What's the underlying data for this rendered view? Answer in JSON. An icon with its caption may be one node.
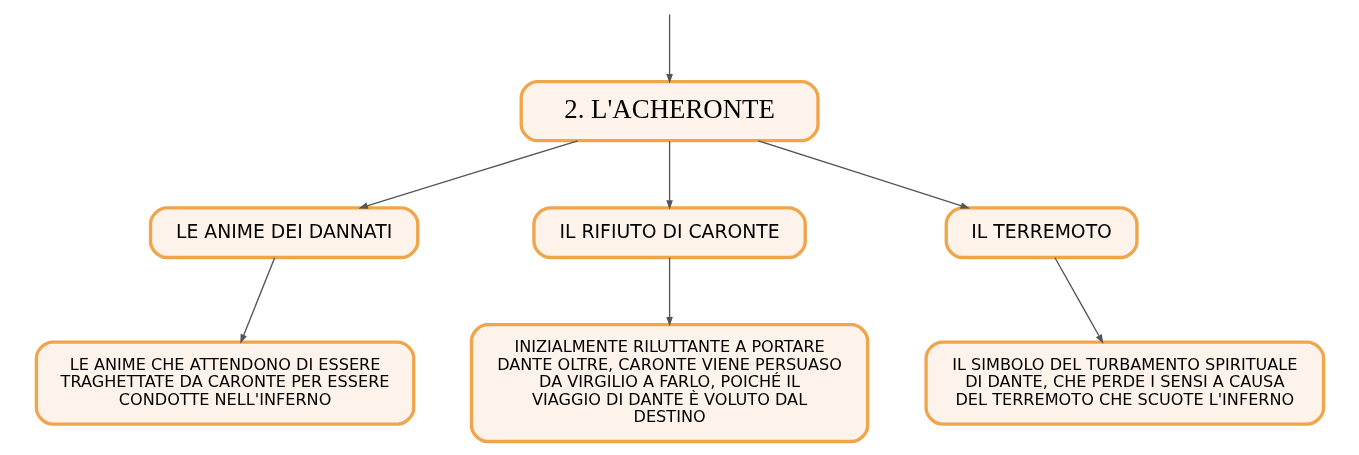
{
  "diagram": {
    "nodes": [
      {
        "text": [
          "2. L'ACHERONTE"
        ]
      },
      {
        "text": [
          "LE ANIME DEI DANNATI"
        ]
      },
      {
        "text": [
          "IL RIFIUTO DI CARONTE"
        ]
      },
      {
        "text": [
          "IL TERREMOTO"
        ]
      },
      {
        "text": [
          "LE ANIME CHE ATTENDONO DI ESSERE TRAGHETTATE DA CARONTE PER ESSERE CONDOTTE NELL'INFERNO"
        ]
      },
      {
        "text": [
          "INIZIALMENTE RILUTTANTE A PORTARE DANTE OLTRE, CARONTE VIENE PERSUASO DA VIRGILIO A FARLO, POICHÉ IL VIAGGIO DI DANTE È VOLUTO DAL DESTINO"
        ]
      },
      {
        "text": [
          "IL SIMBOLO DEL TURBAMENTO SPIRITUALE DI DANTE, CHE PERDE I SENSI A CAUSA DEL TERREMOTO CHE SCUOTE L'INFERNO"
        ]
      }
    ],
    "edges": [
      {
        "from": null,
        "to": 0,
        "arrow": "to"
      },
      {
        "from": 0,
        "to": 1,
        "arrow": "to"
      },
      {
        "from": 0,
        "to": 2,
        "arrow": "to"
      },
      {
        "from": 0,
        "to": 3,
        "arrow": "to"
      },
      {
        "from": 1,
        "to": 4,
        "arrow": "to"
      },
      {
        "from": 2,
        "to": 5,
        "arrow": "to"
      },
      {
        "from": 3,
        "to": 6,
        "arrow": "to"
      }
    ]
  }
}
